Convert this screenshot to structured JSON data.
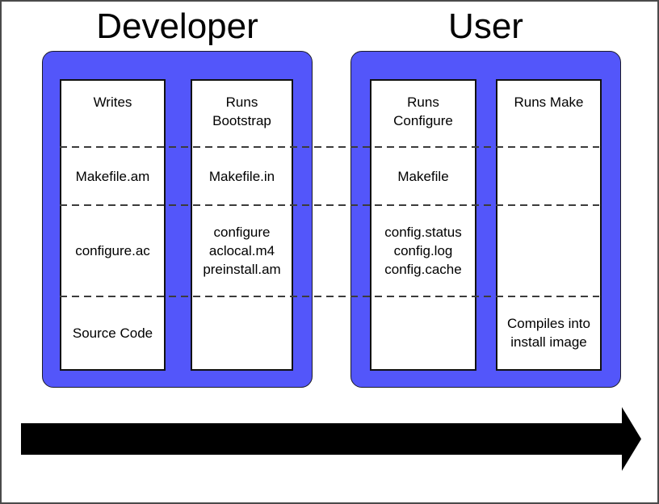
{
  "colors": {
    "container_fill": "#5356FA",
    "container_style": "background-color:#5356FA",
    "arrow_fill": "#000000",
    "dash_color": "#3c3c3c"
  },
  "groups": [
    {
      "title": "Developer",
      "columns": [
        {
          "role": "writes",
          "cells": [
            "Writes",
            "Makefile.am",
            "configure.ac",
            "Source Code"
          ]
        },
        {
          "role": "runs-bootstrap",
          "cells": [
            "Runs\nBootstrap",
            "Makefile.in",
            "configure\naclocal.m4\npreinstall.am",
            ""
          ]
        }
      ]
    },
    {
      "title": "User",
      "columns": [
        {
          "role": "runs-configure",
          "cells": [
            "Runs\nConfigure",
            "Makefile",
            "config.status\nconfig.log\nconfig.cache",
            ""
          ]
        },
        {
          "role": "runs-make",
          "cells": [
            "Runs Make",
            "",
            "",
            "Compiles into\ninstall image"
          ]
        }
      ]
    }
  ],
  "flow_arrow": {
    "direction": "right"
  }
}
